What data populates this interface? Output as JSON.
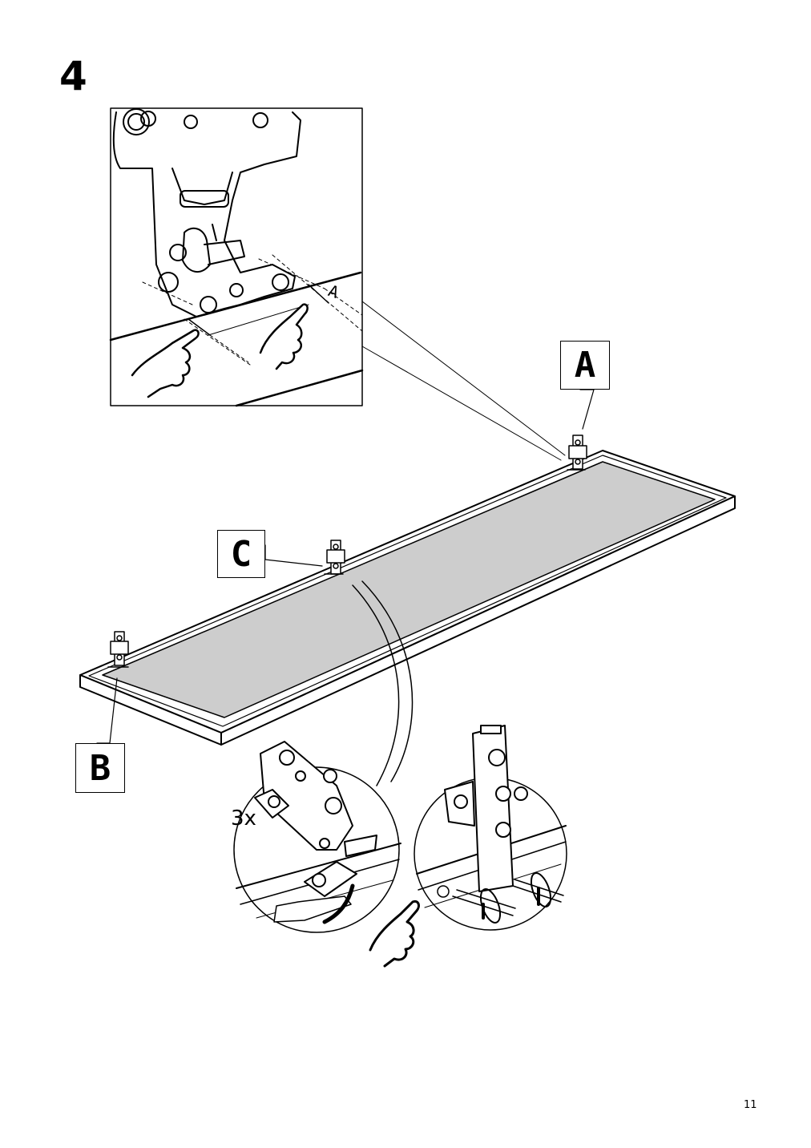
{
  "step": {
    "number": "4"
  },
  "page": {
    "number": "11"
  },
  "callouts": {
    "a": "A",
    "b": "B",
    "c": "C"
  },
  "quantity": {
    "label": "3x"
  },
  "colors": {
    "panel_fill": "#cdcdcd",
    "line": "#000000",
    "background": "#ffffff"
  },
  "icons": [
    "hinge-icon",
    "pointing-hand-icon",
    "screwdriver-icon",
    "rotation-arrow-icon"
  ]
}
